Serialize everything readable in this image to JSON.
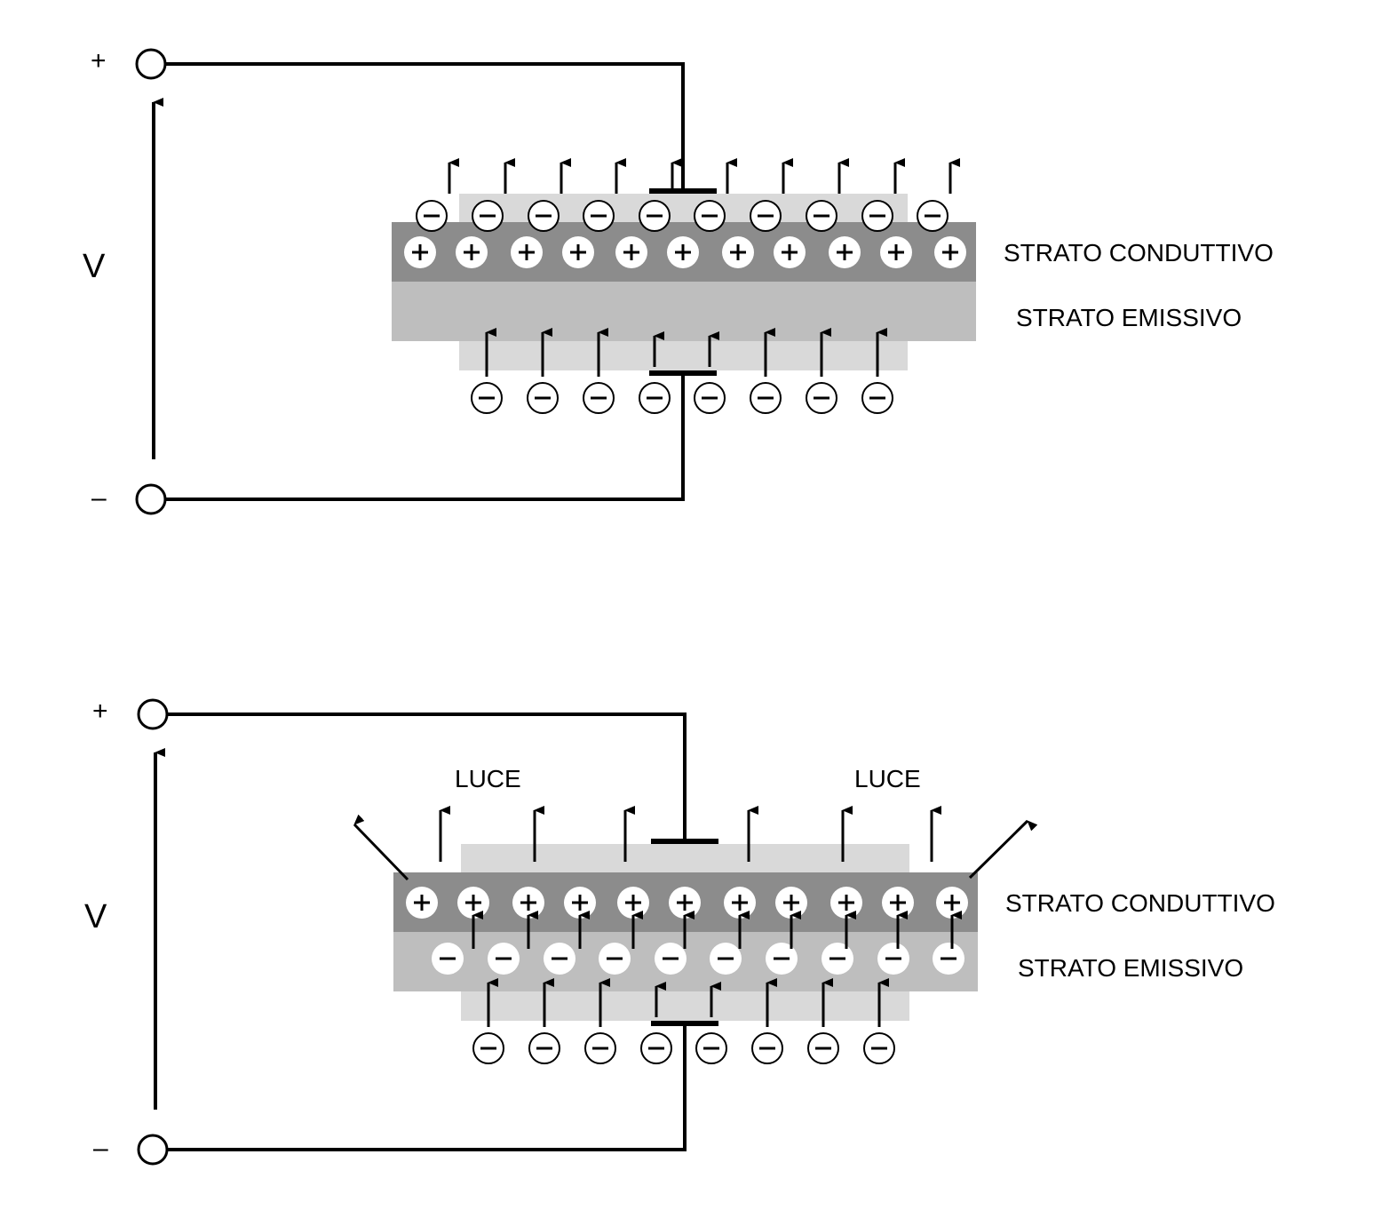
{
  "colors": {
    "conductive": "#8c8c8c",
    "emissive": "#bebebe",
    "electrode": "#d9d9d9",
    "line": "#000000",
    "background": "#ffffff"
  },
  "panels": [
    {
      "id": "off",
      "terminal_plus": "+",
      "terminal_minus": "–",
      "voltage_label": "V",
      "layer_conductive_label": "STRATO CONDUTTIVO",
      "layer_emissive_label": "STRATO EMISSIVO",
      "light_labels": [],
      "positive_charges": 11,
      "top_negative_charges": 10,
      "emissive_negative_charges": 0,
      "bottom_negative_charges": 8,
      "light_emission": false
    },
    {
      "id": "on",
      "terminal_plus": "+",
      "terminal_minus": "–",
      "voltage_label": "V",
      "layer_conductive_label": "STRATO CONDUTTIVO",
      "layer_emissive_label": "STRATO EMISSIVO",
      "light_labels": [
        "LUCE",
        "LUCE"
      ],
      "positive_charges": 11,
      "top_negative_charges": 0,
      "emissive_negative_charges": 10,
      "bottom_negative_charges": 8,
      "light_emission": true
    }
  ],
  "charge_symbols": {
    "positive": "+",
    "negative": "–"
  }
}
